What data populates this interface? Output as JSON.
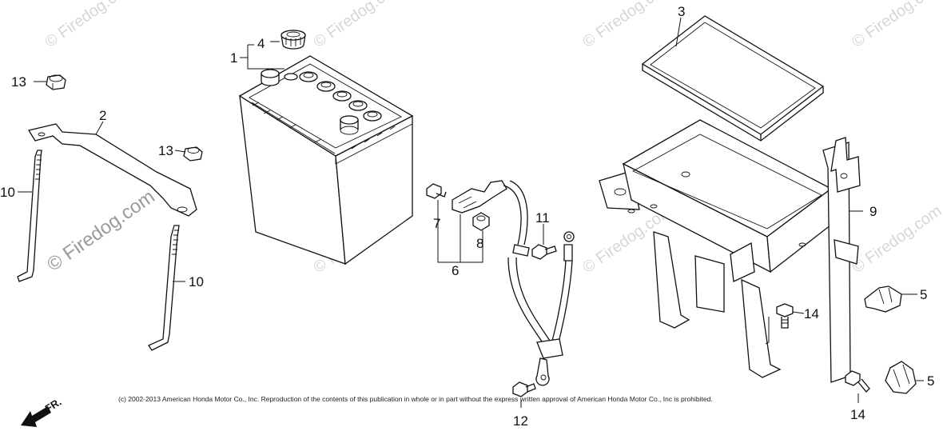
{
  "watermark": {
    "text": "© Firedog.com"
  },
  "copyright": "(c) 2002-2013 American Honda Motor Co., Inc. Reproduction of the contents of this publication in whole or in part without the express written approval of American Honda Motor Co., Inc is prohibited.",
  "direction": {
    "label": "FR."
  },
  "callouts": [
    {
      "id": "c1",
      "label": "1"
    },
    {
      "id": "c2",
      "label": "2"
    },
    {
      "id": "c3",
      "label": "3"
    },
    {
      "id": "c4",
      "label": "4"
    },
    {
      "id": "c5a",
      "label": "5"
    },
    {
      "id": "c5b",
      "label": "5"
    },
    {
      "id": "c6",
      "label": "6"
    },
    {
      "id": "c7",
      "label": "7"
    },
    {
      "id": "c8",
      "label": "8"
    },
    {
      "id": "c9",
      "label": "9"
    },
    {
      "id": "c10a",
      "label": "10"
    },
    {
      "id": "c10b",
      "label": "10"
    },
    {
      "id": "c11",
      "label": "11"
    },
    {
      "id": "c12",
      "label": "12"
    },
    {
      "id": "c13a",
      "label": "13"
    },
    {
      "id": "c13b",
      "label": "13"
    },
    {
      "id": "c14a",
      "label": "14"
    },
    {
      "id": "c14b",
      "label": "14"
    }
  ]
}
